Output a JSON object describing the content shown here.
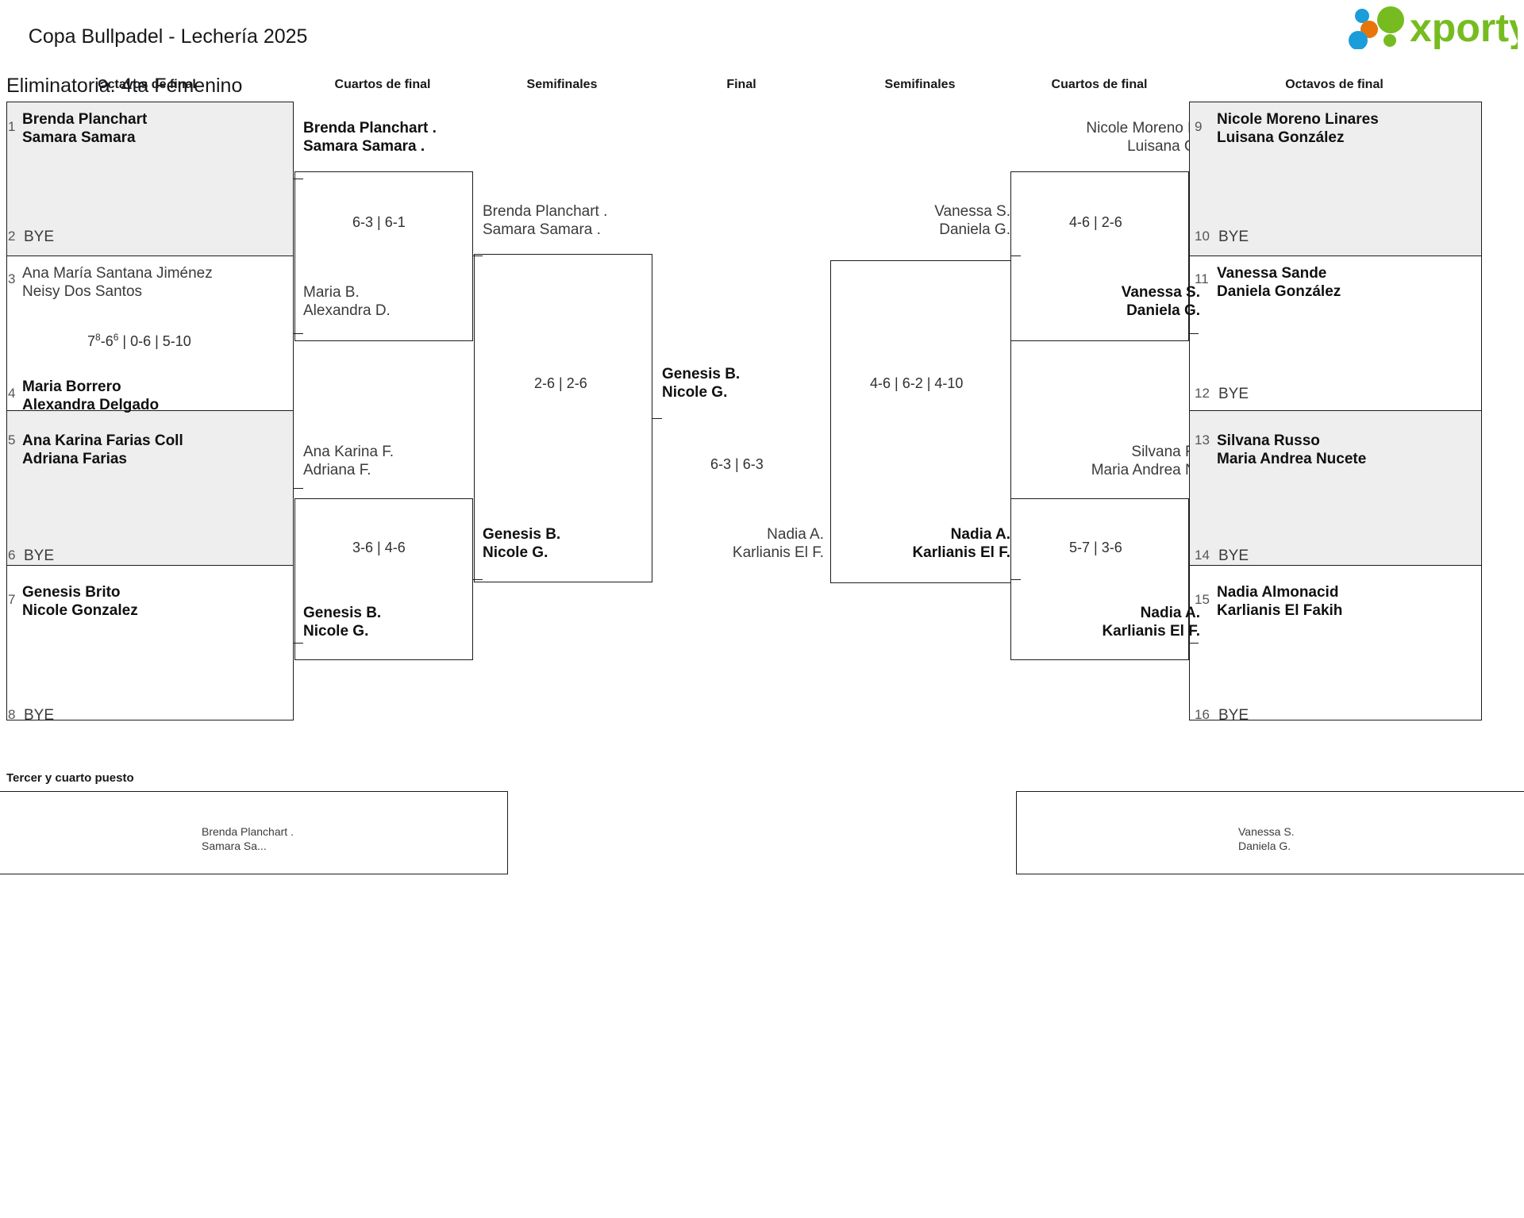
{
  "header": {
    "tournament": "Copa Bullpadel - Lechería 2025",
    "category": "Eliminatoria. 4ta Femenino",
    "logo_text": "xporty",
    "logo_colors": {
      "green": "#76bc21",
      "blue": "#1b9dd9",
      "orange": "#e8740c"
    }
  },
  "round_headers": {
    "left_r16": "Octavos de final",
    "left_qf": "Cuartos de final",
    "left_sf": "Semifinales",
    "final": "Final",
    "right_sf": "Semifinales",
    "right_qf": "Cuartos de final",
    "right_r16": "Octavos de final"
  },
  "left": {
    "r16": [
      {
        "seed": "1",
        "line1": "Brenda Planchart",
        "line2": "Samara Samara",
        "winner": true,
        "shaded": true
      },
      {
        "seed": "2",
        "line1": "BYE",
        "line2": "",
        "winner": false,
        "shaded": true
      },
      {
        "seed": "3",
        "line1": "Ana María Santana Jiménez",
        "line2": "Neisy Dos Santos",
        "winner": false,
        "shaded": false
      },
      {
        "seed": "4",
        "line1": "Maria Borrero",
        "line2": "Alexandra Delgado",
        "winner": true,
        "shaded": false
      },
      {
        "seed": "5",
        "line1": "Ana Karina Farias Coll",
        "line2": "Adriana Farias",
        "winner": true,
        "shaded": true
      },
      {
        "seed": "6",
        "line1": "BYE",
        "line2": "",
        "winner": false,
        "shaded": true
      },
      {
        "seed": "7",
        "line1": "Genesis Brito",
        "line2": "Nicole Gonzalez",
        "winner": true,
        "shaded": false
      },
      {
        "seed": "8",
        "line1": "BYE",
        "line2": "",
        "winner": false,
        "shaded": false
      }
    ],
    "r16_scores": [
      {
        "value": "7⁸-6⁶ | 0-6 | 5-10",
        "html": "7<sup>8</sup>-6<sup>6</sup> | 0-6 | 5-10"
      }
    ],
    "qf": [
      {
        "line1": "Brenda Planchart .",
        "line2": "Samara Samara .",
        "winner": true
      },
      {
        "line1": "Maria B.",
        "line2": "Alexandra D.",
        "winner": false
      },
      {
        "line1": "Ana Karina F.",
        "line2": "Adriana F.",
        "winner": false
      },
      {
        "line1": "Genesis B.",
        "line2": "Nicole G.",
        "winner": true
      }
    ],
    "qf_scores": [
      "6-3 | 6-1",
      "3-6 | 4-6"
    ],
    "sf": [
      {
        "line1": "Brenda Planchart .",
        "line2": "Samara Samara .",
        "winner": false
      },
      {
        "line1": "Genesis B.",
        "line2": "Nicole G.",
        "winner": true
      }
    ],
    "sf_scores": [
      "2-6 | 2-6"
    ]
  },
  "final_block": {
    "champion": {
      "line1": "Genesis B.",
      "line2": "Nicole G."
    },
    "runner_up": {
      "line1": "Nadia A.",
      "line2": "Karlianis El F."
    },
    "score": "6-3 | 6-3"
  },
  "right": {
    "r16": [
      {
        "seed": "9",
        "line1": "Nicole Moreno Linares",
        "line2": "Luisana González",
        "winner": true,
        "shaded": true
      },
      {
        "seed": "10",
        "line1": "BYE",
        "line2": "",
        "winner": false,
        "shaded": true
      },
      {
        "seed": "11",
        "line1": "Vanessa Sande",
        "line2": "Daniela González",
        "winner": true,
        "shaded": false
      },
      {
        "seed": "12",
        "line1": "BYE",
        "line2": "",
        "winner": false,
        "shaded": false
      },
      {
        "seed": "13",
        "line1": "Silvana Russo",
        "line2": "Maria Andrea Nucete",
        "winner": true,
        "shaded": true
      },
      {
        "seed": "14",
        "line1": "BYE",
        "line2": "",
        "winner": false,
        "shaded": true
      },
      {
        "seed": "15",
        "line1": "Nadia Almonacid",
        "line2": "Karlianis El Fakih",
        "winner": true,
        "shaded": false
      },
      {
        "seed": "16",
        "line1": "BYE",
        "line2": "",
        "winner": false,
        "shaded": false
      }
    ],
    "qf": [
      {
        "line1": "Nicole Moreno L.",
        "line2": "Luisana G.",
        "winner": false
      },
      {
        "line1": "Vanessa S.",
        "line2": "Daniela G.",
        "winner": true
      },
      {
        "line1": "Silvana R.",
        "line2": "Maria Andrea N.",
        "winner": false
      },
      {
        "line1": "Nadia A.",
        "line2": "Karlianis El F.",
        "winner": true
      }
    ],
    "qf_scores": [
      "4-6 | 2-6",
      "5-7 | 3-6"
    ],
    "sf": [
      {
        "line1": "Vanessa S.",
        "line2": "Daniela G.",
        "winner": false
      },
      {
        "line1": "Nadia A.",
        "line2": "Karlianis El F.",
        "winner": true
      }
    ],
    "sf_scores": [
      "4-6 | 6-2 | 4-10"
    ]
  },
  "third_place": {
    "title": "Tercer y cuarto puesto",
    "left_team": {
      "line1": "Brenda Planchart .",
      "line2": "Samara Sa..."
    },
    "right_team": {
      "line1": "Vanessa S.",
      "line2": "Daniela G."
    }
  }
}
